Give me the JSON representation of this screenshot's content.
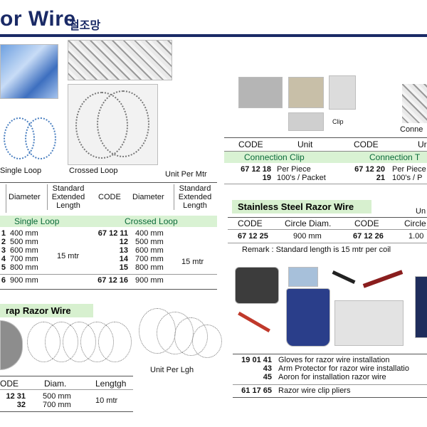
{
  "header": {
    "title": "or Wire",
    "title_ko": "철조망"
  },
  "captions": {
    "single_loop": "Single Loop",
    "crossed_loop": "Crossed Loop",
    "unit_per_mtr": "Unit Per Mtr",
    "clip": "Clip",
    "connection_partial": "Conne",
    "unit_per_lgh": "Unit Per Lgh"
  },
  "razor_table": {
    "headers": {
      "diameter": "Diameter",
      "std_length": [
        "Standard",
        "Extended",
        "Length"
      ],
      "code": "CODE"
    },
    "single_label": "Single Loop",
    "crossed_label": "Crossed Loop",
    "single_codes": [
      "1",
      "2",
      "3",
      "4",
      "5",
      "6"
    ],
    "crossed_codes": [
      "67 12 11",
      "12",
      "13",
      "14",
      "15",
      "67 12 16"
    ],
    "diameters": [
      "400 mm",
      "500 mm",
      "600 mm",
      "700 mm",
      "800 mm",
      "900 mm"
    ],
    "length": "15 mtr"
  },
  "clip_table": {
    "headers": [
      "CODE",
      "Unit",
      "CODE",
      "Ur"
    ],
    "connection_clip": "Connection Clip",
    "connection_t": "Connection T",
    "rows": [
      [
        "67 12 18",
        "Per Piece",
        "67 12 20",
        "Per Piece"
      ],
      [
        "19",
        "100's / Packet",
        "21",
        "100's / P"
      ]
    ]
  },
  "stainless": {
    "title": "Stainless Steel Razor Wire",
    "unit_partial": "Un",
    "headers": [
      "CODE",
      "Circle Diam.",
      "CODE",
      "Circle"
    ],
    "row": [
      "67 12 25",
      "900 mm",
      "67 12 26",
      "1.00"
    ],
    "remark": "Remark : Standard length is 15 mtr per coil"
  },
  "flat_wrap": {
    "title": "rap Razor Wire",
    "headers": [
      "ODE",
      "Diam.",
      "Lengtgh"
    ],
    "codes": [
      "12 31",
      "32"
    ],
    "diams": [
      "500 mm",
      "700 mm"
    ],
    "length": "10 mtr"
  },
  "accessories": [
    {
      "code": "19 01 41",
      "desc": "Gloves for razor wire installation"
    },
    {
      "code": "43",
      "desc": "Arm Protector for razor wire installatio"
    },
    {
      "code": "45",
      "desc": "Aoron for installation razor wire"
    },
    {
      "code": "61 17 65",
      "desc": "Razor wire clip pliers"
    }
  ]
}
